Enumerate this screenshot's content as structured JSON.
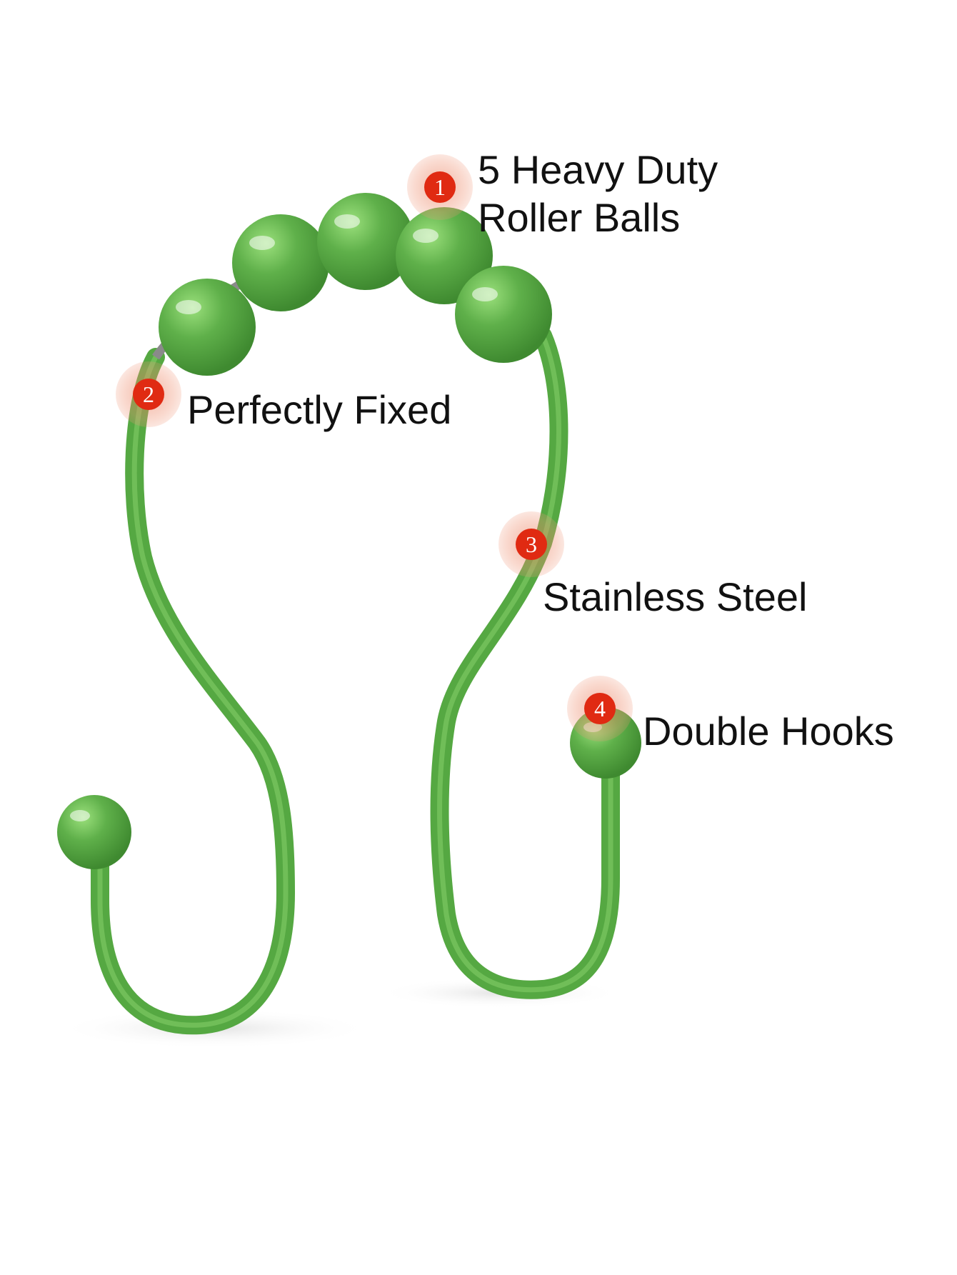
{
  "colors": {
    "hook_green": "#5fb04a",
    "hook_highlight": "#8fd46f",
    "badge_red": "#e02a12"
  },
  "callouts": [
    {
      "number": "1",
      "line1": "5 Heavy Duty",
      "line2": "Roller Balls"
    },
    {
      "number": "2",
      "line1": "Perfectly Fixed"
    },
    {
      "number": "3",
      "line1": "Stainless Steel"
    },
    {
      "number": "4",
      "line1": "Double Hooks"
    }
  ]
}
